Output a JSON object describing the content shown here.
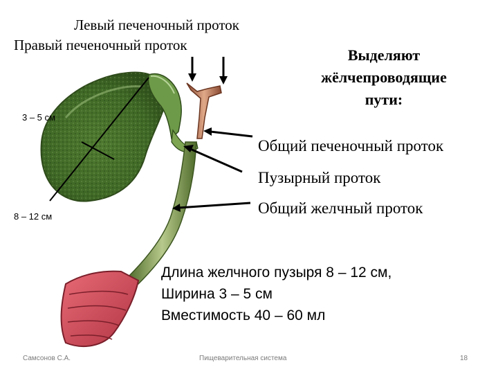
{
  "labels": {
    "left_hepatic_duct": "Левый печеночный проток",
    "right_hepatic_duct": "Правый печеночный проток",
    "common_hepatic_duct": "Общий печеночный проток",
    "cystic_duct": "Пузырный проток",
    "common_bile_duct": "Общий желчный проток"
  },
  "heading": {
    "line1": "Выделяют",
    "line2": "жёлчепроводящие",
    "line3": "пути:"
  },
  "dimensions": {
    "width": "3 – 5 см",
    "length": "8 – 12 см"
  },
  "info": {
    "length": "Длина желчного пузыря  8 – 12 см,",
    "width": "Ширина 3 – 5 см",
    "capacity": "Вместимость 40 – 60 мл"
  },
  "footer": {
    "author": "Самсонов С.А.",
    "topic": "Пищеварительная система",
    "page": "18"
  },
  "colors": {
    "gallbladder": "#5d8a3a",
    "duct": "#c98a6a",
    "duodenum": "#d9505f",
    "arrow": "#000000"
  }
}
